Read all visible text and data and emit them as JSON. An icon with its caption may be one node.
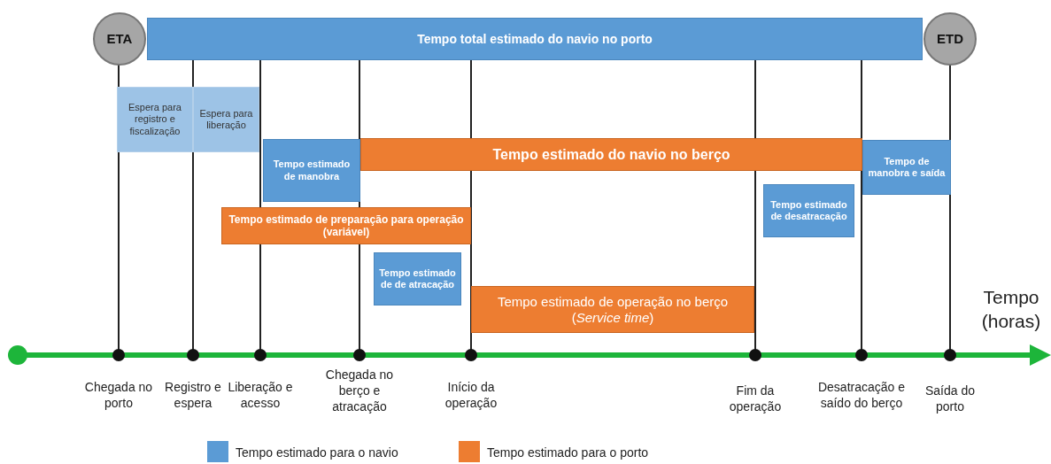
{
  "diagram": {
    "nodes": [
      {
        "text": [
          "ETA"
        ]
      },
      {
        "text": [
          "Tempo total estimado do navio no porto"
        ]
      },
      {
        "text": [
          "ETD"
        ]
      },
      {
        "text": [
          "Espera para registro e fiscalização"
        ]
      },
      {
        "text": [
          "Espera para liberação"
        ]
      },
      {
        "text": [
          "Tempo estimado de manobra"
        ]
      },
      {
        "text": [
          "Tempo estimado do navio no berço"
        ]
      },
      {
        "text": [
          "Tempo de manobra e saída"
        ]
      },
      {
        "text": [
          "Tempo estimado de desatracação"
        ]
      },
      {
        "text": [
          "Tempo estimado de preparação para operação (variável)"
        ]
      },
      {
        "text": [
          "Tempo estimado de de atracação"
        ]
      },
      {
        "text": [
          "Tempo estimado de operação no berço (*Service time*)"
        ]
      }
    ],
    "edges": [],
    "labels": [
      "Tempo (horas)",
      "Chegada no porto",
      "Registro e espera",
      "Liberação e acesso",
      "Chegada no berço e atracação",
      "Início da operação",
      "Fim da operação",
      "Desatracação e saído do berço",
      "Saída do porto"
    ],
    "legend": [
      {
        "text": "Tempo estimado para o navio",
        "color": "#5b9bd5"
      },
      {
        "text": "Tempo estimado para o porto",
        "color": "#ed7d31"
      }
    ]
  }
}
